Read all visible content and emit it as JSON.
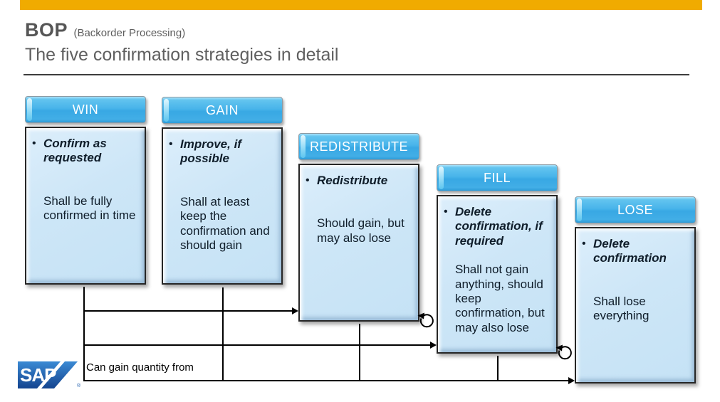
{
  "header": {
    "title": "BOP",
    "title_suffix": "(Backorder Processing)",
    "subtitle": "The five confirmation strategies in detail"
  },
  "glyphs": {
    "bullet": "•"
  },
  "strategies": [
    {
      "label": "WIN",
      "heading": "Confirm as requested",
      "description": "Shall be fully confirmed in time",
      "loop": false
    },
    {
      "label": "GAIN",
      "heading": "Improve, if possible",
      "description": "Shall at least keep the confirmation and should gain",
      "loop": false
    },
    {
      "label": "REDISTRIBUTE",
      "heading": "Redistribute",
      "description": "Should gain, but may also lose",
      "loop": true
    },
    {
      "label": "FILL",
      "heading": "Delete confirmation, if required",
      "description": "Shall not gain anything, should keep confirmation, but may also lose",
      "loop": true
    },
    {
      "label": "LOSE",
      "heading": "Delete confirmation",
      "description": "Shall lose everything",
      "loop": false
    }
  ],
  "footer": {
    "connector_label": "Can gain quantity from",
    "logo_text": "SAP",
    "logo_registered": "®"
  },
  "colors": {
    "accent_bar": "#F0AB00",
    "header_blue": "#45B2E8",
    "body_blue": "#CDE6F7",
    "title_gray": "#595959",
    "line_black": "#000000"
  }
}
